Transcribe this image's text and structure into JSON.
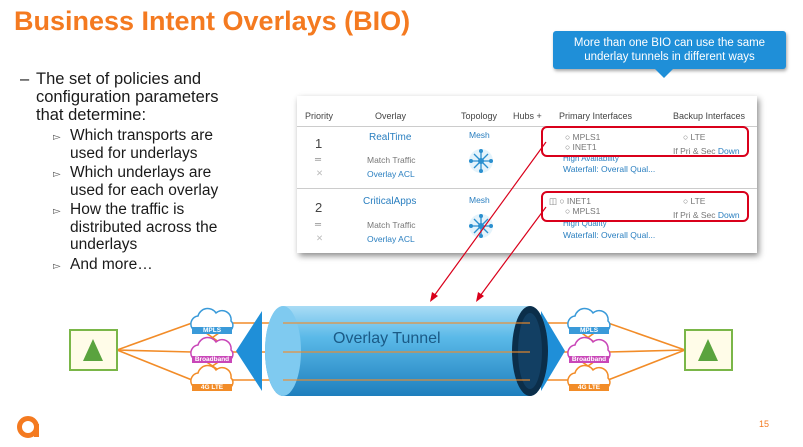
{
  "title": "Business Intent Overlays (BIO)",
  "callout": {
    "line1": "More than one BIO can use the same",
    "line2": "underlay tunnels in different ways"
  },
  "bullets": {
    "main_line1": "The set of policies and",
    "main_line2": "configuration parameters",
    "main_line3": "that determine:",
    "dash": "–",
    "arrow": "▻",
    "subs": [
      {
        "l1": "Which transports are",
        "l2": "used for underlays"
      },
      {
        "l1": "Which underlays are",
        "l2": "used for each overlay"
      },
      {
        "l1": "How the traffic is",
        "l2": "distributed across the",
        "l3": "underlays"
      },
      {
        "l1": "And more…"
      }
    ]
  },
  "table": {
    "headers": {
      "priority": "Priority",
      "overlay": "Overlay",
      "topology": "Topology",
      "hubs": "Hubs +",
      "primary": "Primary Interfaces",
      "backup": "Backup Interfaces"
    },
    "rows": [
      {
        "priority": "1",
        "overlay": "RealTime",
        "match": "Match Traffic",
        "acl": "Overlay ACL",
        "topology": "Mesh",
        "primary1": "MPLS1",
        "primary2": "INET1",
        "policy1": "High Availability",
        "policy2": "Waterfall: Overall Qual...",
        "backup1": "LTE",
        "backup_if": "If Pri & Sec",
        "backup_down": "Down"
      },
      {
        "priority": "2",
        "overlay": "CriticalApps",
        "match": "Match Traffic",
        "acl": "Overlay ACL",
        "topology": "Mesh",
        "primary1": "INET1",
        "primary2": "MPLS1",
        "policy1": "High Quality",
        "policy2": "Waterfall: Overall Qual...",
        "backup1": "LTE",
        "backup_if": "If Pri & Sec",
        "backup_down": "Down"
      }
    ]
  },
  "diagram": {
    "tunnel_label": "Overlay Tunnel",
    "clouds_left": [
      "MPLS",
      "Broadband",
      "4G LTE"
    ],
    "clouds_right": [
      "MPLS",
      "Broadband",
      "4G LTE"
    ]
  },
  "footer": {
    "page_number": "15"
  },
  "colors": {
    "accent": "#f47a20",
    "callout": "#1f8fd8",
    "highlight": "#d9001b",
    "tunnel": "#47aee0",
    "site": "#7ab648"
  }
}
